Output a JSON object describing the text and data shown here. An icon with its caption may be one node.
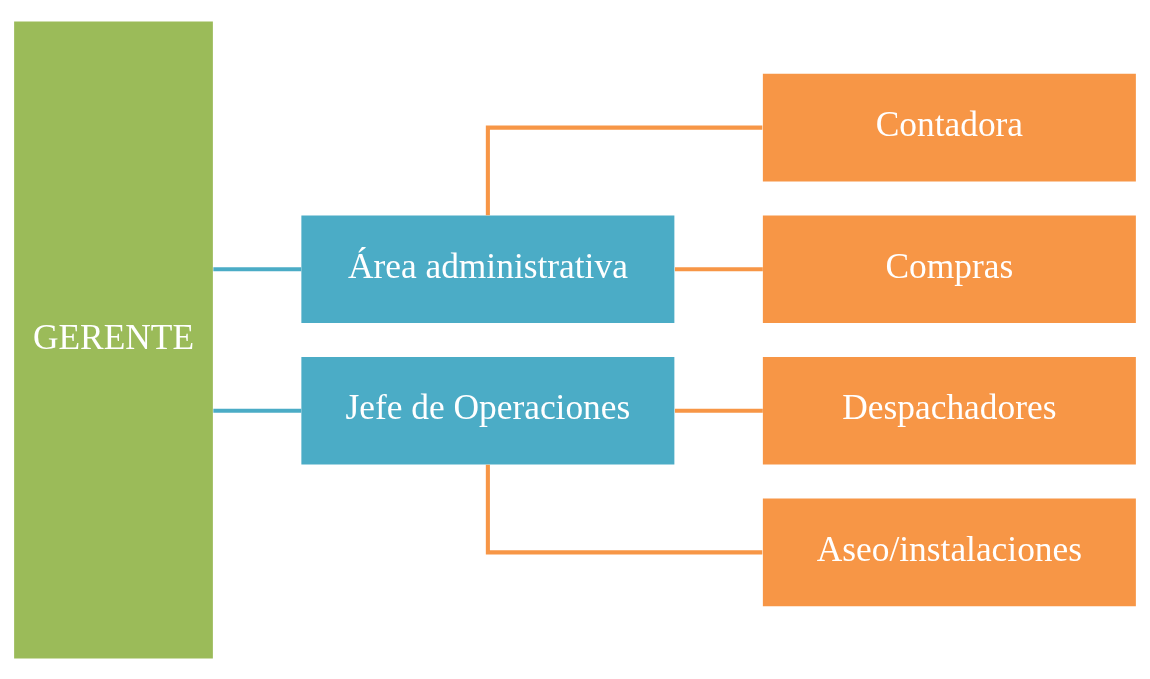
{
  "diagram": {
    "nodes": [
      {
        "text": [
          "GERENTE"
        ]
      },
      {
        "text": [
          "Área administrativa"
        ]
      },
      {
        "text": [
          "Jefe de Operaciones"
        ]
      },
      {
        "text": [
          "Contadora"
        ]
      },
      {
        "text": [
          "Compras"
        ]
      },
      {
        "text": [
          "Despachadores"
        ]
      },
      {
        "text": [
          "Aseo/instalaciones"
        ]
      }
    ],
    "edges": [
      {
        "from": 0,
        "to": 1,
        "arrow": "none",
        "color": "#4bacc6"
      },
      {
        "from": 0,
        "to": 2,
        "arrow": "none",
        "color": "#4bacc6"
      },
      {
        "from": 1,
        "to": 3,
        "arrow": "none"
      },
      {
        "from": 1,
        "to": 4,
        "arrow": "none"
      },
      {
        "from": 2,
        "to": 5,
        "arrow": "none"
      },
      {
        "from": 2,
        "to": 6,
        "arrow": "none"
      }
    ]
  }
}
